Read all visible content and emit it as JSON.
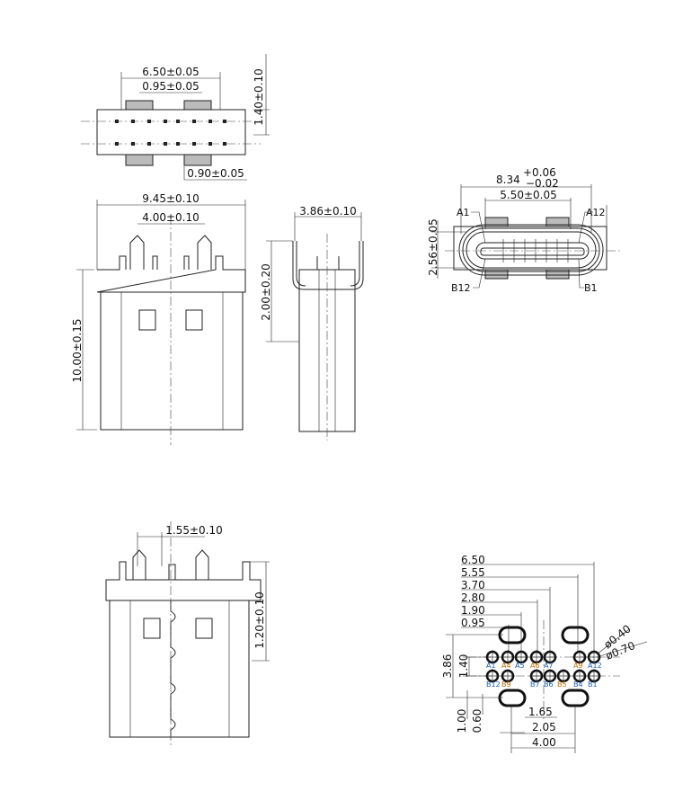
{
  "top_view": {
    "width": "6.50±0.05",
    "pitch": "0.95±0.05",
    "height": "1.40±0.10",
    "pad": "0.90±0.05"
  },
  "front_view": {
    "width": "9.45±0.10",
    "tab_span": "4.00±0.10",
    "length": "10.00±0.15"
  },
  "side_view": {
    "width": "3.86±0.10",
    "height": "2.00±0.20"
  },
  "receptacle_view": {
    "outer_width_nominal": "8.34",
    "outer_tol_plus": "+0.06",
    "outer_tol_minus": "−0.02",
    "inner_width": "5.50±0.05",
    "height": "2.56±0.05",
    "pin_a1": "A1",
    "pin_a12": "A12",
    "pin_b12": "B12",
    "pin_b1": "B1"
  },
  "rear_view": {
    "pitch": "1.55±0.10",
    "height": "1.20±0.10"
  },
  "footprint": {
    "horizontal_dims": [
      "6.50",
      "5.55",
      "3.70",
      "2.80",
      "1.90",
      "0.95"
    ],
    "row_pitch": "1.40",
    "total_height": "3.86",
    "hole_small": "ø0.40",
    "hole_large": "ø0.70",
    "bottom_dims": [
      "1.65",
      "2.05",
      "4.00"
    ],
    "slot_dims": [
      "1.00",
      "0.60"
    ],
    "row_a": [
      "A1",
      "A4",
      "A5",
      "A6",
      "A7",
      "A9",
      "A12"
    ],
    "row_b": [
      "B12",
      "B9",
      "B7",
      "B6",
      "B5",
      "B4",
      "B1"
    ]
  }
}
